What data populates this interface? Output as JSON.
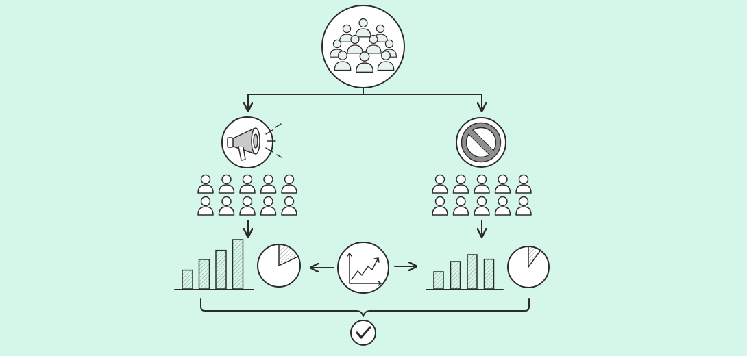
{
  "diagram": {
    "background_color": "#d5f7e9",
    "ink_color": "#2b2b2b",
    "nodes": [
      {
        "id": "population",
        "icon": "crowd-icon"
      },
      {
        "id": "group-exposed",
        "icon": "megaphone-icon"
      },
      {
        "id": "group-control",
        "icon": "prohibited-icon"
      },
      {
        "id": "analysis",
        "icon": "trend-chart-icon"
      },
      {
        "id": "results-exposed",
        "icon": "bar-and-pie-chart-icon"
      },
      {
        "id": "results-control",
        "icon": "bar-and-pie-chart-icon"
      },
      {
        "id": "conclusion",
        "icon": "checkmark-icon"
      }
    ],
    "groups": [
      {
        "id": "exposed",
        "people_rows": 2,
        "people_per_row": 5,
        "bar_levels": [
          0.35,
          0.55,
          0.72,
          0.92
        ],
        "pie_wedge_fraction": 0.18
      },
      {
        "id": "control",
        "people_rows": 2,
        "people_per_row": 5,
        "bar_levels": [
          0.3,
          0.48,
          0.6,
          0.52
        ],
        "pie_wedge_fraction": 0.1
      }
    ]
  }
}
